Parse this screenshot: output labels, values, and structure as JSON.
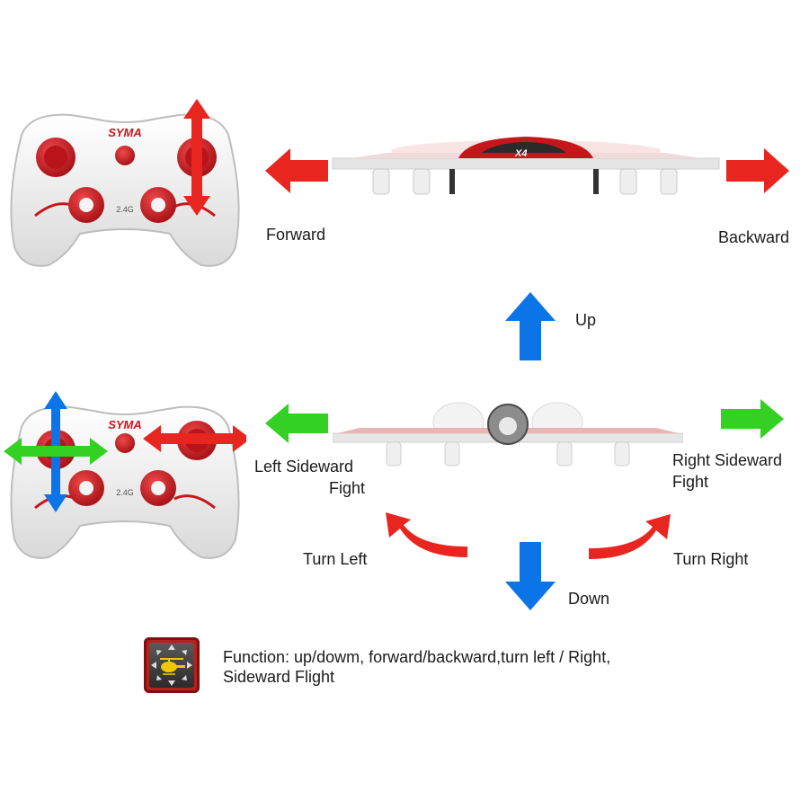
{
  "controllers": [
    {
      "brand": "SYMA",
      "badge": "2.4G"
    },
    {
      "brand": "SYMA",
      "badge": "2.4G"
    }
  ],
  "drones": [
    {
      "model": "X4"
    }
  ],
  "labels": {
    "forward": "Forward",
    "backward": "Backward",
    "up": "Up",
    "down": "Down",
    "left_sideward_1": "Left Sideward",
    "left_sideward_2": "Fight",
    "right_sideward_1": "Right Sideward",
    "right_sideward_2": "Fight",
    "turn_left": "Turn Left",
    "turn_right": "Turn Right"
  },
  "function": {
    "line1": "Function: up/dowm, forward/backward,turn left / Right,",
    "line2": "Sideward Flight"
  },
  "colors": {
    "red_arrow": "#e8261f",
    "green_arrow": "#34d024",
    "blue_arrow": "#0b74e6",
    "controller_red": "#c8161b"
  },
  "icons": [
    "controller",
    "drone",
    "helicopter-function-icon"
  ]
}
